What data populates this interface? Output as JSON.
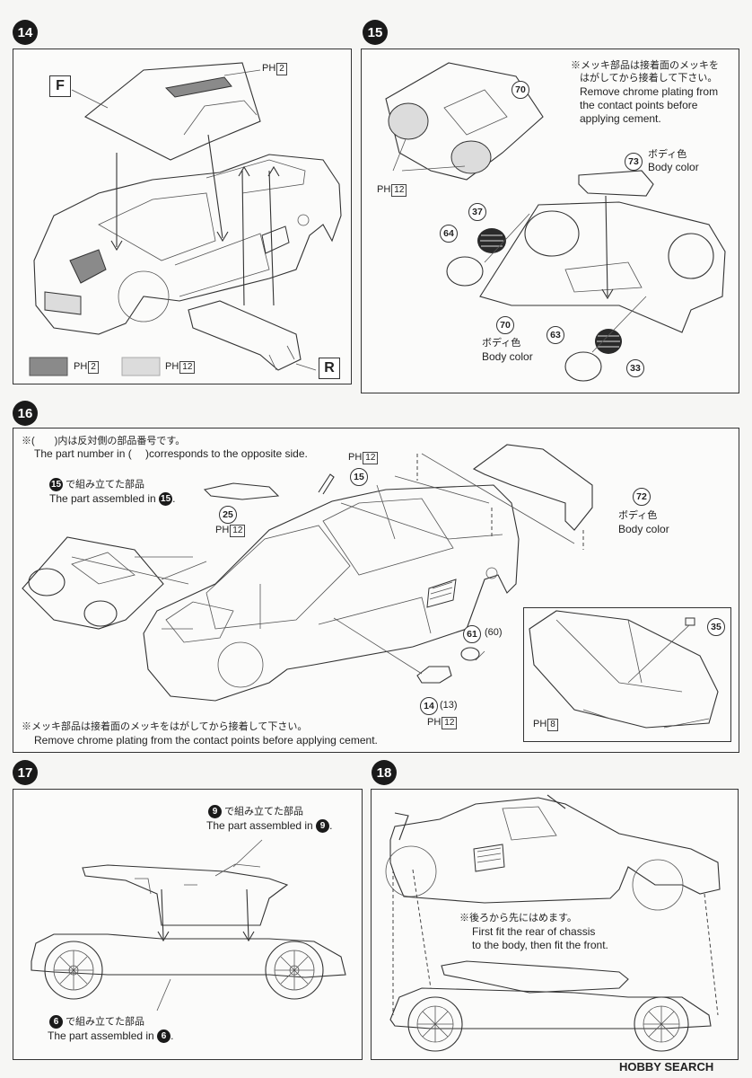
{
  "steps": {
    "s14": "14",
    "s15": "15",
    "s16": "16",
    "s17": "17",
    "s18": "18"
  },
  "step14": {
    "label_f": "F",
    "label_r": "R",
    "ph_top": "PH",
    "ph_top_num": "2",
    "legend_dark_ph": "PH",
    "legend_dark_num": "2",
    "legend_light_ph": "PH",
    "legend_light_num": "12",
    "colors": {
      "dark": "#8a8a8a",
      "light": "#dcdcdc"
    }
  },
  "step15": {
    "note_jp": "※メッキ部品は接着面のメッキを",
    "note_jp2": "はがしてから接着して下さい。",
    "note_en1": "Remove chrome plating from",
    "note_en2": "the contact points before",
    "note_en3": "applying cement.",
    "ph": "PH",
    "ph_num": "12",
    "parts": {
      "p70a": "70",
      "p73": "73",
      "p37": "37",
      "p64": "64",
      "p70b": "70",
      "p63": "63",
      "p33": "33"
    },
    "body_color_jp_73": "ボディ色",
    "body_color_en_73": "Body color",
    "body_color_jp_70": "ボディ色",
    "body_color_en_70": "Body color"
  },
  "step16": {
    "note_top_jp": "※(　　)内は反対側の部品番号です。",
    "note_top_en": "The part number in (　 )corresponds to the opposite side.",
    "assembled_jp_num": "15",
    "assembled_jp": "で組み立てた部品",
    "assembled_en": "The part assembled in",
    "assembled_en_num": "15",
    "ph_a": "PH",
    "ph_a_num": "12",
    "ph_b": "PH",
    "ph_b_num": "12",
    "ph_c": "PH",
    "ph_c_num": "12",
    "ph_d": "PH",
    "ph_d_num": "8",
    "parts": {
      "p15": "15",
      "p25": "25",
      "p72": "72",
      "p61": "61",
      "p60": "(60)",
      "p14": "14",
      "p13": "(13)",
      "p35": "35"
    },
    "body_color_jp": "ボディ色",
    "body_color_en": "Body color",
    "note_bottom_jp": "※メッキ部品は接着面のメッキをはがしてから接着して下さい。",
    "note_bottom_en": "Remove chrome plating from the contact points before applying cement."
  },
  "step17": {
    "top_num": "9",
    "top_jp": "で組み立てた部品",
    "top_en": "The part assembled in",
    "top_en_num": "9",
    "bottom_num": "6",
    "bottom_jp": "で組み立てた部品",
    "bottom_en": "The part assembled in",
    "bottom_en_num": "6"
  },
  "step18": {
    "note_jp": "※後ろから先にはめます。",
    "note_en1": "First fit the rear of chassis",
    "note_en2": "to the body, then fit the front."
  },
  "watermark": "HOBBY SEARCH"
}
